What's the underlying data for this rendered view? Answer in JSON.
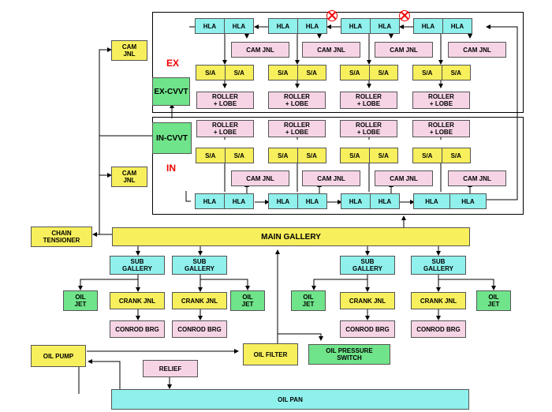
{
  "labels": {
    "ex": "EX",
    "in": "IN",
    "ex_cvvt": "EX-CVVT",
    "in_cvvt": "IN-CVVT",
    "cam_jnl_side": "CAM\nJNL",
    "cam_jnl": "CAM JNL",
    "hla": "HLA",
    "sa": "S/A",
    "roller_lobe": "ROLLER\n+ LOBE",
    "chain_tensioner": "CHAIN\nTENSIONER",
    "main_gallery": "MAIN GALLERY",
    "sub_gallery": "SUB\nGALLERY",
    "oil_jet": "OIL\nJET",
    "crank_jnl": "CRANK JNL",
    "conrod_brg": "CONROD BRG",
    "oil_pump": "OIL PUMP",
    "oil_filter": "OIL FILTER",
    "oil_pressure_switch": "OIL PRESSURE\nSWITCH",
    "relief": "RELIEF",
    "oil_pan": "OIL PAN"
  },
  "colors": {
    "yellow": "#f7ef5c",
    "cyan": "#8ff0ec",
    "pink": "#f6d4e6",
    "green": "#70e48a",
    "section_label": "#e00000",
    "valve": "#e00000"
  }
}
